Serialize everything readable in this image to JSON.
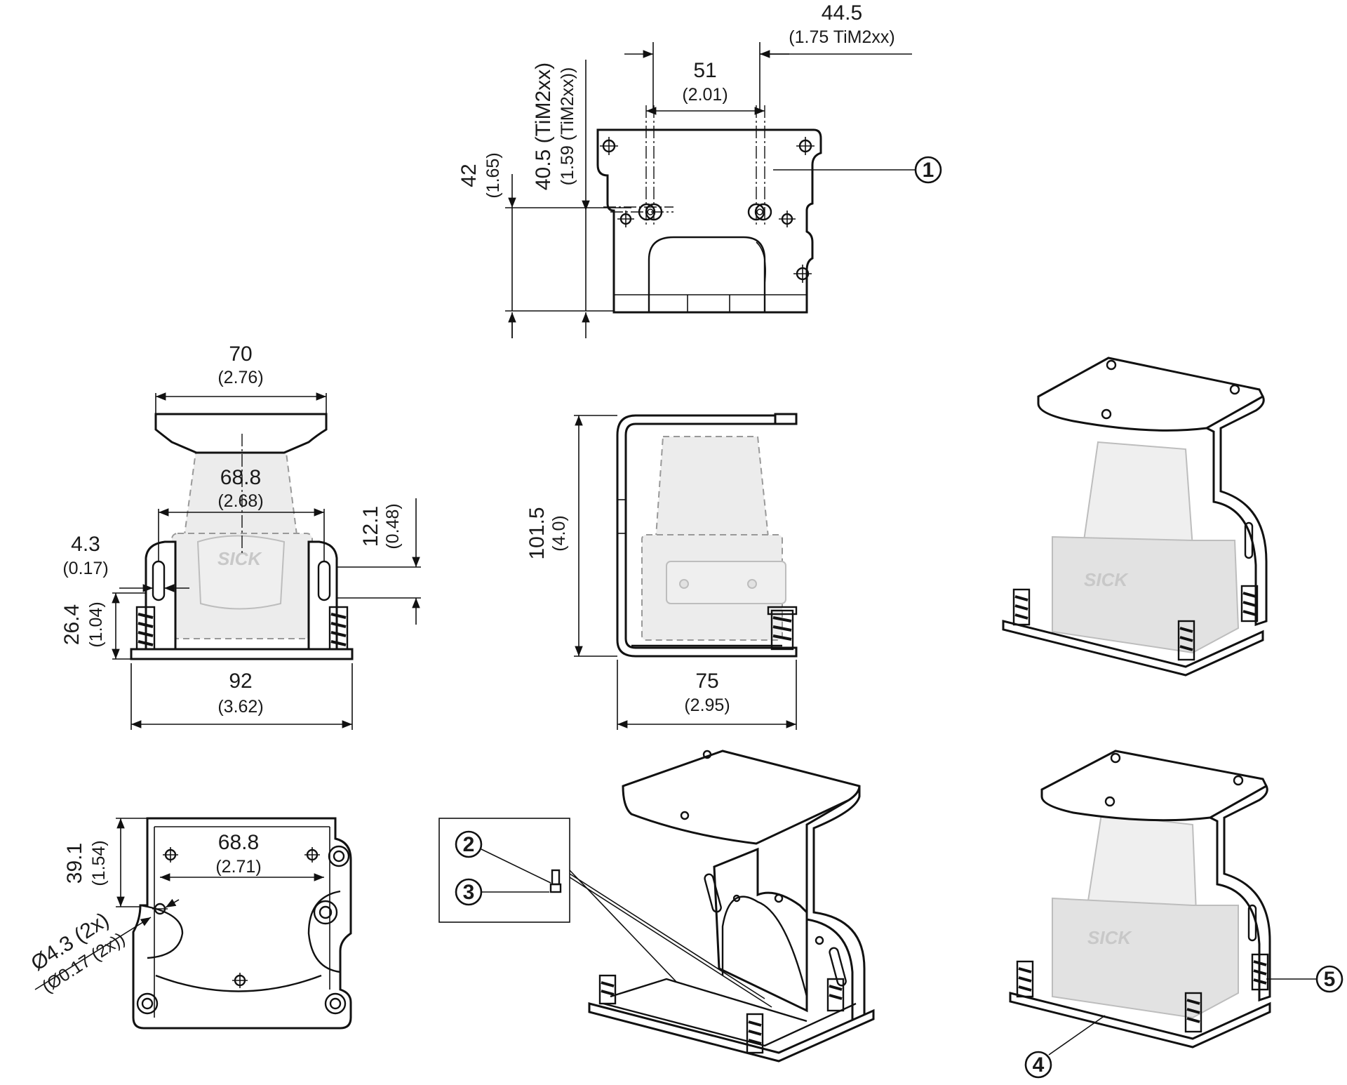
{
  "dimensions": {
    "top_offset": {
      "main": "44.5",
      "sub": "(1.75 TiM2xx)"
    },
    "top_hole_spacing": {
      "main": "51",
      "sub": "(2.01)"
    },
    "top_height_42": {
      "main": "42",
      "sub": "(1.65)"
    },
    "top_height_405": {
      "main": "40.5 (TiM2xx)",
      "sub": "(1.59 (TiM2xx))"
    },
    "front_top_width": {
      "main": "70",
      "sub": "(2.76)"
    },
    "front_inner_width": {
      "main": "68.8",
      "sub": "(2.68)"
    },
    "front_slot_width": {
      "main": "4.3",
      "sub": "(0.17)"
    },
    "front_slot_height": {
      "main": "12.1",
      "sub": "(0.48)"
    },
    "front_height": {
      "main": "26.4",
      "sub": "(1.04)"
    },
    "front_base_width": {
      "main": "92",
      "sub": "(3.62)"
    },
    "side_height": {
      "main": "101.5",
      "sub": "(4.0)"
    },
    "side_depth": {
      "main": "75",
      "sub": "(2.95)"
    },
    "bottom_depth": {
      "main": "39.1",
      "sub": "(1.54)"
    },
    "bottom_hole_spacing": {
      "main": "68.8",
      "sub": "(2.71)"
    },
    "bottom_hole_diameter": {
      "main": "Ø4.3 (2x)",
      "sub": "(Ø0.17 (2x))"
    }
  },
  "callouts": [
    "1",
    "2",
    "3",
    "4",
    "5"
  ],
  "logo": "SICK",
  "icons": [
    "mounting-bracket-top-view",
    "mounting-bracket-front-view",
    "mounting-bracket-side-view",
    "mounting-bracket-bottom-view",
    "bracket-isometric",
    "screw-detail"
  ]
}
